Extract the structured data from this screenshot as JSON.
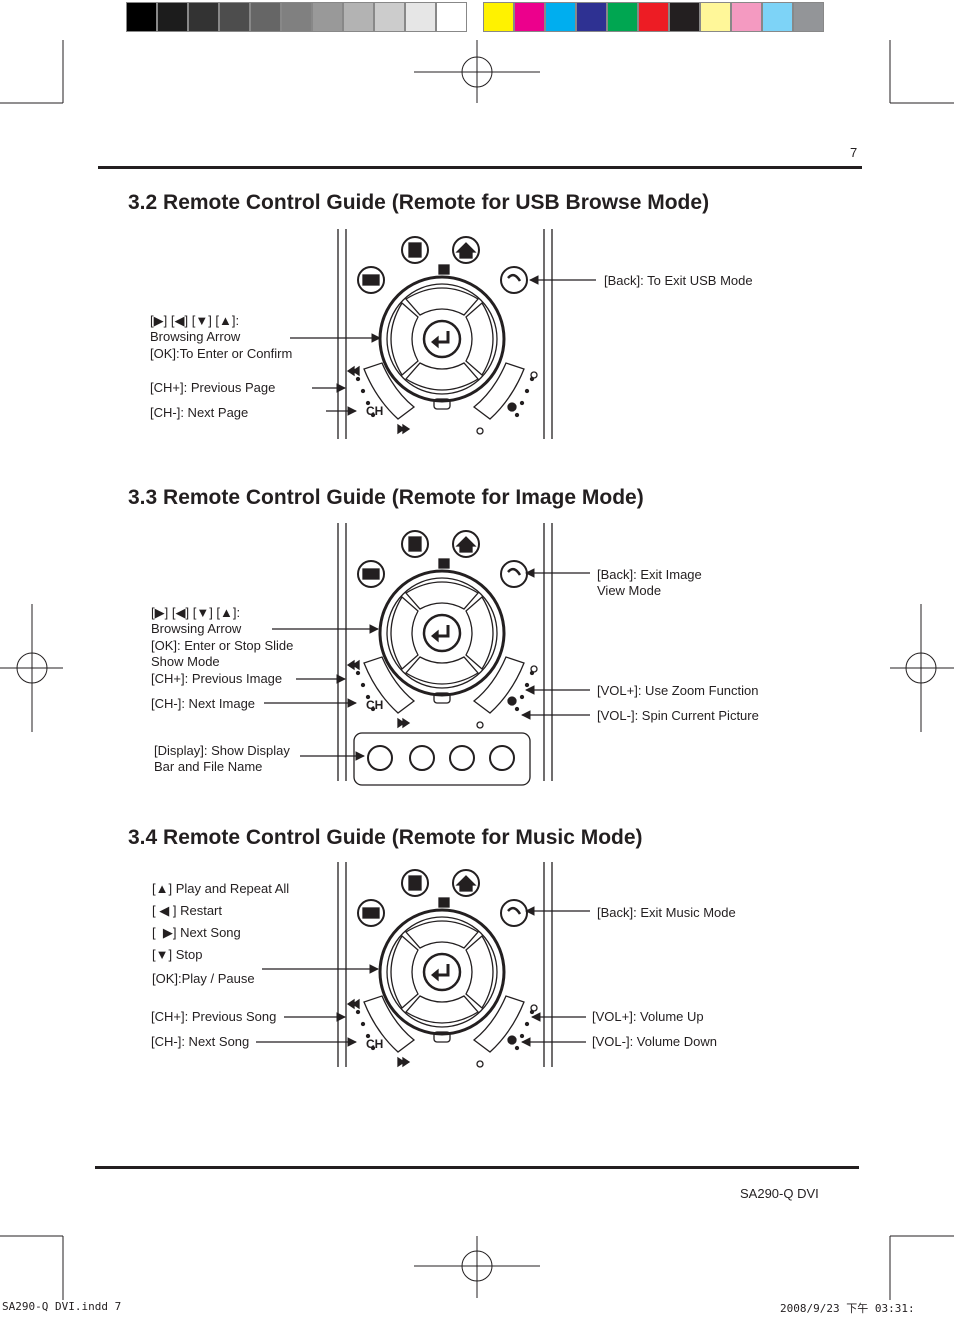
{
  "page_number": "7",
  "color_bar": {
    "grays": [
      "#000000",
      "#1c1c1c",
      "#333333",
      "#4d4d4d",
      "#666666",
      "#808080",
      "#999999",
      "#b3b3b3",
      "#cccccc",
      "#e6e6e6",
      "#ffffff"
    ],
    "colors": [
      "#fff200",
      "#ec008c",
      "#00aeef",
      "#2e3192",
      "#00a651",
      "#ed1c24",
      "#231f20",
      "#fff799",
      "#f49ac1",
      "#7dd3f7",
      "#939598"
    ]
  },
  "sections": [
    {
      "heading": "3.2 Remote Control Guide (Remote for USB Browse Mode)",
      "labels": {
        "arrows_prefix": "[",
        "arrows_suffix": "]:",
        "browsing": "Browsing Arrow",
        "ok": "[OK]:To Enter or Confirm",
        "ch_plus": "[CH+]: Previous Page",
        "ch_minus": "[CH-]: Next Page",
        "back": "[Back]: To Exit USB Mode"
      }
    },
    {
      "heading": "3.3 Remote Control Guide (Remote for Image Mode)",
      "labels": {
        "browsing": "Browsing Arrow",
        "ok1": "[OK]: Enter or Stop Slide",
        "ok2": "Show Mode",
        "ch_plus": "[CH+]:  Previous Image",
        "ch_minus": "[CH-]: Next Image",
        "display1": "[Display]: Show Display",
        "display2": "Bar and File Name",
        "back1": "[Back]: Exit Image",
        "back2": "View Mode",
        "vol_plus": "[VOL+]: Use Zoom Function",
        "vol_minus": "[VOL-]: Spin Current Picture"
      }
    },
    {
      "heading": "3.4 Remote Control Guide (Remote for Music Mode)",
      "labels": {
        "up": "] Play and Repeat All",
        "left": "] Restart",
        "right": "] Next Song",
        "down": "] Stop",
        "ok": "[OK]:Play / Pause",
        "ch_plus": "[CH+]: Previous Song",
        "ch_minus": "[CH-]: Next Song",
        "back": "[Back]: Exit Music Mode",
        "vol_plus": "[VOL+]: Volume Up",
        "vol_minus": "[VOL-]: Volume Down"
      }
    }
  ],
  "remote": {
    "ch_label": "CH"
  },
  "footer_model": "SA290-Q DVI",
  "slug": {
    "left": "SA290-Q DVI.indd   7",
    "right": "2008/9/23   下午 03:31:"
  }
}
